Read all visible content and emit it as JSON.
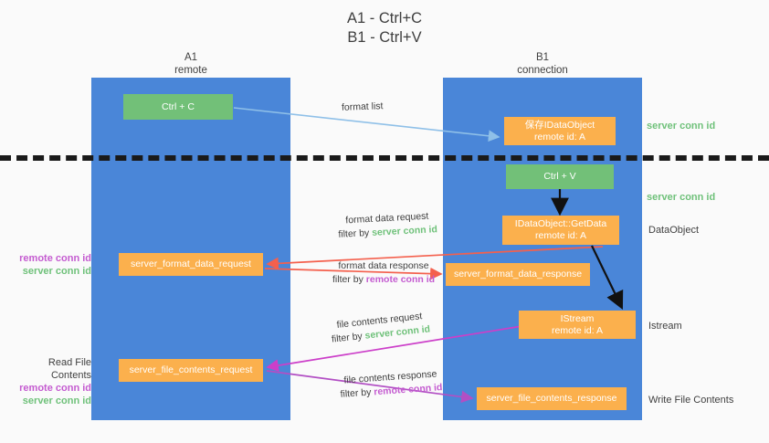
{
  "title": {
    "line1": "A1 - Ctrl+C",
    "line2": "B1 - Ctrl+V"
  },
  "lanes": [
    {
      "name": "A1",
      "sub": "remote"
    },
    {
      "name": "B1",
      "sub": "connection"
    }
  ],
  "boxes": {
    "ctrl_c": {
      "line1": "Ctrl + C"
    },
    "save_dataobject": {
      "line1": "保存IDataObject",
      "line2": "remote id: A"
    },
    "ctrl_v": {
      "line1": "Ctrl + V"
    },
    "getdata": {
      "line1": "IDataObject::GetData",
      "line2": "remote id: A"
    },
    "server_format_data_request": {
      "line1": "server_format_data_request"
    },
    "server_format_data_response": {
      "line1": "server_format_data_response"
    },
    "istream": {
      "line1": "IStream",
      "line2": "remote id: A"
    },
    "server_file_contents_request": {
      "line1": "server_file_contents_request"
    },
    "server_file_contents_response": {
      "line1": "server_file_contents_response"
    }
  },
  "side_labels": {
    "dataobject": "DataObject",
    "istream": "Istream",
    "write_file_contents": "Write File Contents"
  },
  "green_tags": {
    "tag1": "server conn id",
    "tag2": "server conn id"
  },
  "corner_notes": {
    "middle": {
      "remote": "remote conn id",
      "server": "server conn id"
    },
    "bottom": {
      "heading": "Read File Contents",
      "remote": "remote conn id",
      "server": "server conn id"
    }
  },
  "edge_labels": {
    "format_list": {
      "line1": "format list"
    },
    "format_data_request": {
      "line1": "format data request",
      "prefix": "filter by ",
      "id": "server conn id"
    },
    "format_data_response": {
      "line1": "format data response",
      "prefix": "filter by ",
      "id": "remote conn id"
    },
    "file_contents_request": {
      "line1": "file contents request",
      "prefix": "filter by ",
      "id": "server conn id"
    },
    "file_contents_response": {
      "line1": "file contents response",
      "prefix": "filter by ",
      "id": "remote conn id"
    }
  },
  "colors": {
    "lane": "#4a86d8",
    "green_box": "#72c078",
    "orange_box": "#fbb04d",
    "server_conn_id": "#6fc17a",
    "remote_conn_id": "#c45bd0",
    "arrow_light_blue": "#8fc0e8",
    "arrow_red": "#f4604d",
    "arrow_magenta": "#cc3fc9",
    "arrow_purple": "#b24fc4",
    "arrow_black": "#111111",
    "background": "#fafafa"
  }
}
